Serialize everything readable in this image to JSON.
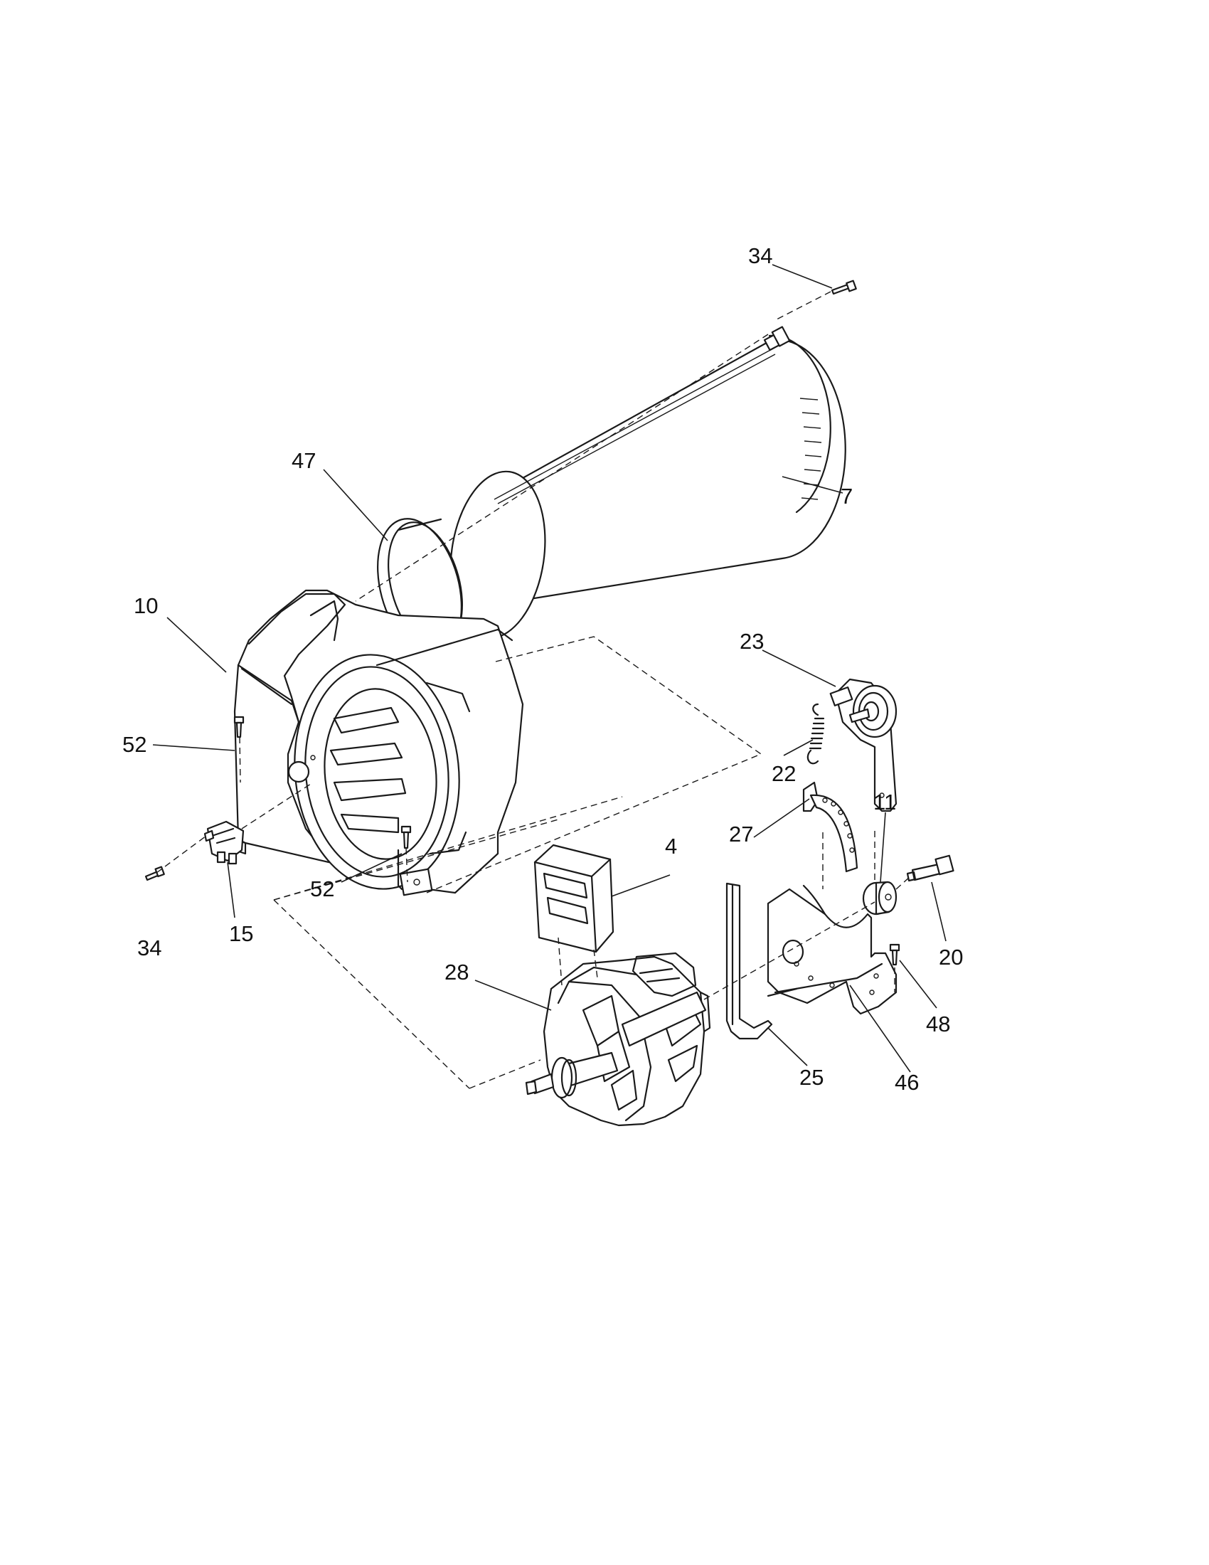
{
  "diagram": {
    "background": "#ffffff",
    "line_color": "#1a1a1a",
    "callouts": [
      {
        "id": "c34a",
        "label": "34",
        "part": "screw"
      },
      {
        "id": "c7",
        "label": "7",
        "part": "duct"
      },
      {
        "id": "c47",
        "label": "47",
        "part": "seal"
      },
      {
        "id": "c10",
        "label": "10",
        "part": "blower-housing"
      },
      {
        "id": "c23",
        "label": "23",
        "part": "idler-pulley"
      },
      {
        "id": "c52a",
        "label": "52",
        "part": "screw"
      },
      {
        "id": "c22",
        "label": "22",
        "part": "spring"
      },
      {
        "id": "c27",
        "label": "27",
        "part": "clip"
      },
      {
        "id": "c11",
        "label": "11",
        "part": "wheel"
      },
      {
        "id": "c4",
        "label": "4",
        "part": "seal"
      },
      {
        "id": "c20",
        "label": "20",
        "part": "bolt"
      },
      {
        "id": "c52b",
        "label": "52",
        "part": "screw"
      },
      {
        "id": "c34b",
        "label": "34",
        "part": "screw"
      },
      {
        "id": "c15",
        "label": "15",
        "part": "switch"
      },
      {
        "id": "c28",
        "label": "28",
        "part": "motor"
      },
      {
        "id": "c48",
        "label": "48",
        "part": "screw"
      },
      {
        "id": "c25",
        "label": "25",
        "part": "tube"
      },
      {
        "id": "c46",
        "label": "46",
        "part": "bracket"
      }
    ]
  }
}
